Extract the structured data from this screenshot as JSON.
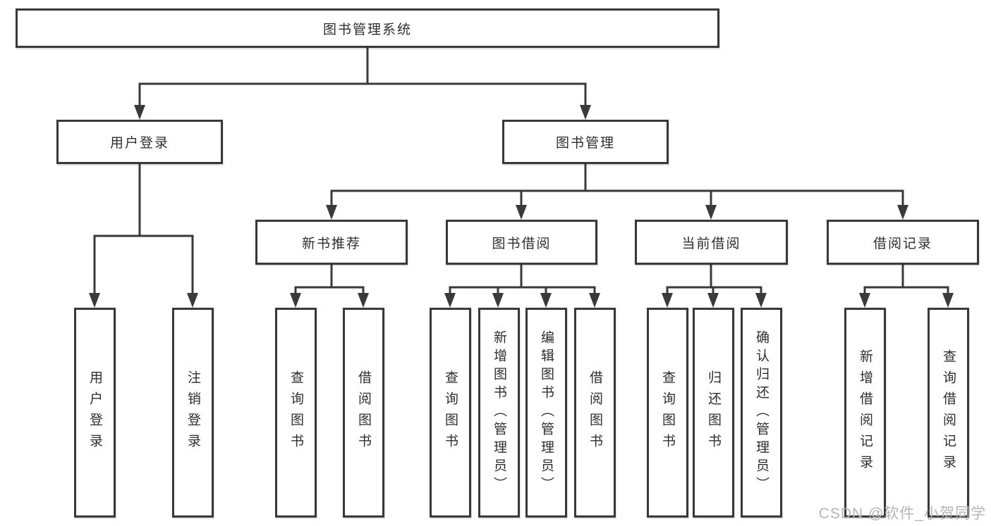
{
  "tree": {
    "label": "图书管理系统",
    "children": [
      {
        "label": "用户登录",
        "children": [
          {
            "label": "用户登录"
          },
          {
            "label": "注销登录"
          }
        ]
      },
      {
        "label": "图书管理",
        "children": [
          {
            "label": "新书推荐",
            "children": [
              {
                "label": "查询图书"
              },
              {
                "label": "借阅图书"
              }
            ]
          },
          {
            "label": "图书借阅",
            "children": [
              {
                "label": "查询图书"
              },
              {
                "label": "新增图书（管理员）"
              },
              {
                "label": "编辑图书（管理员）"
              },
              {
                "label": "借阅图书"
              }
            ]
          },
          {
            "label": "当前借阅",
            "children": [
              {
                "label": "查询图书"
              },
              {
                "label": "归还图书"
              },
              {
                "label": "确认归还（管理员）"
              }
            ]
          },
          {
            "label": "借阅记录",
            "children": [
              {
                "label": "新增借阅记录"
              },
              {
                "label": "查询借阅记录"
              }
            ]
          }
        ]
      }
    ]
  },
  "colors": {
    "line": "#3a3a3a",
    "border": "#383838",
    "text": "#2e2e2e",
    "watermark": "#b5b5b5"
  },
  "watermark": {
    "text": "CSDN @软件_小贺同学"
  }
}
